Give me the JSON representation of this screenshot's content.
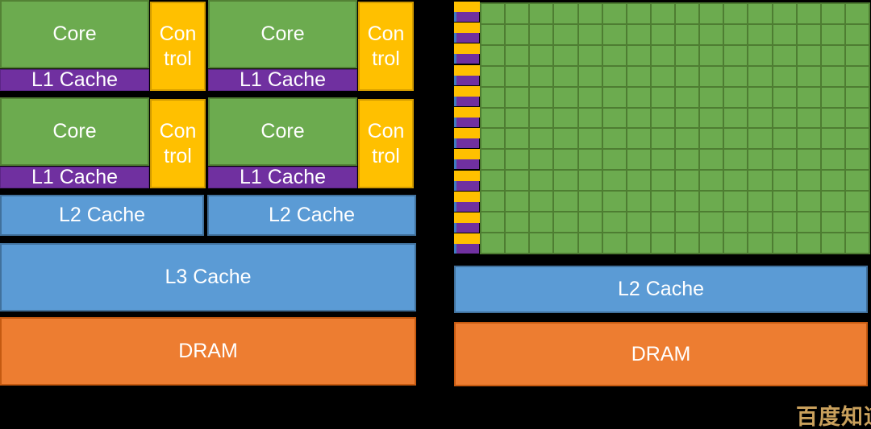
{
  "cpu": {
    "core_label": "Core",
    "control_label_line1": "Con",
    "control_label_line2": "trol",
    "l1_label": "L1 Cache",
    "l2_label": "L2 Cache",
    "l3_label": "L3 Cache",
    "dram_label": "DRAM",
    "cluster_count": 4
  },
  "gpu": {
    "rows": 12,
    "cols": 16,
    "l2_label": "L2 Cache",
    "dram_label": "DRAM"
  },
  "watermark": {
    "text": "百度知道"
  },
  "colors": {
    "background": "#000000",
    "core_green": "#6CAB4F",
    "green_border": "#4E7D32",
    "control_gold": "#FFC000",
    "l1_purple": "#7030A0",
    "cache_blue": "#5B9BD5",
    "dram_orange": "#ED7D31",
    "sliver_blue": "#3E7CC0",
    "watermark_gold": "#C9A05C"
  }
}
